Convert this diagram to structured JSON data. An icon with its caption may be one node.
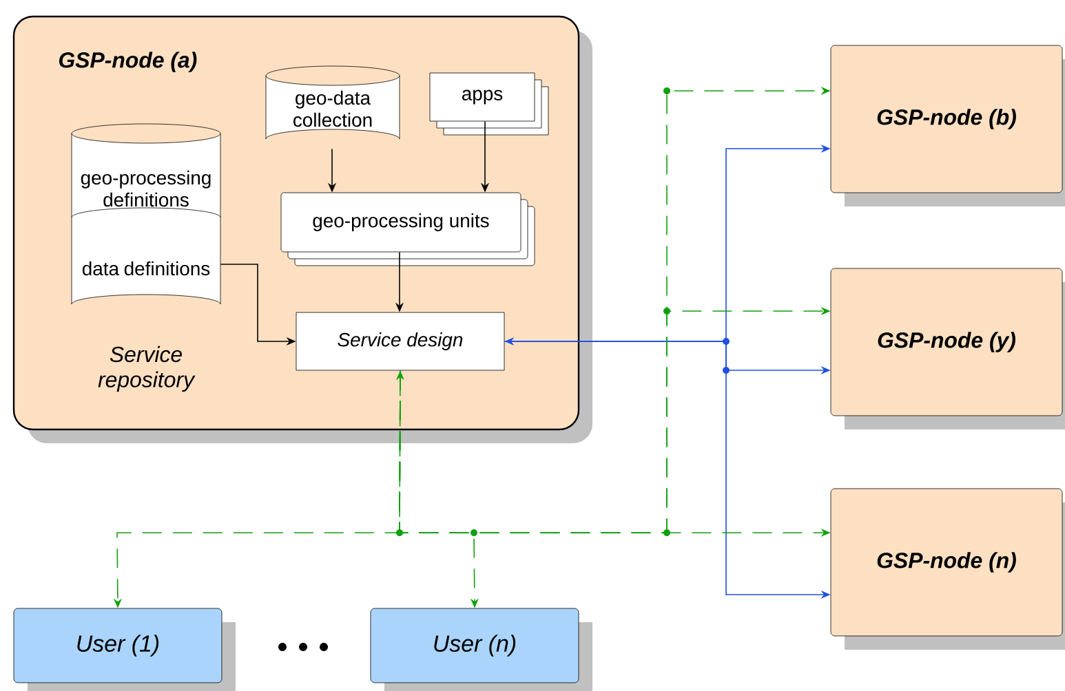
{
  "diagram": {
    "nodes": [
      {
        "text": [
          "GSP-node (a)"
        ]
      },
      {
        "text": [
          "geo-data collection"
        ],
        "in": 0
      },
      {
        "text": [
          "apps"
        ],
        "in": 0
      },
      {
        "text": [
          "geo-processing definitions",
          "data definitions"
        ],
        "beside": [
          "Service repository"
        ],
        "in": 0
      },
      {
        "text": [
          "geo-processing units"
        ],
        "in": 0
      },
      {
        "text": [
          "Service design"
        ],
        "in": 0
      },
      {
        "text": [
          "GSP-node (b)"
        ]
      },
      {
        "text": [
          "GSP-node (y)"
        ]
      },
      {
        "text": [
          "GSP-node (n)"
        ]
      },
      {
        "text": [
          "User (1)"
        ]
      },
      {
        "text": [
          "User (n)"
        ]
      }
    ],
    "edges": [
      {
        "from": 1,
        "to": 4,
        "arrow": "to",
        "color": "#000000"
      },
      {
        "from": 2,
        "to": 4,
        "arrow": "to",
        "color": "#000000"
      },
      {
        "from": 4,
        "to": 5,
        "arrow": "to",
        "color": "#000000"
      },
      {
        "from": 3,
        "to": 5,
        "arrow": "to",
        "color": "#000000"
      },
      {
        "from": 5,
        "to": 6,
        "arrow": "both",
        "color": "#2050e0"
      },
      {
        "from": 5,
        "to": 7,
        "arrow": "to",
        "color": "#2050e0"
      },
      {
        "from": 5,
        "to": 8,
        "arrow": "to",
        "color": "#2050e0"
      },
      {
        "from": 5,
        "to": 9,
        "arrow": "both",
        "style": "dashed",
        "color": "#10a010"
      },
      {
        "from": 5,
        "to": 10,
        "arrow": "to",
        "style": "dashed",
        "color": "#10a010"
      },
      {
        "from": 5,
        "to": 6,
        "arrow": "to",
        "style": "dashed",
        "color": "#10a010"
      },
      {
        "from": 5,
        "to": 7,
        "arrow": "to",
        "style": "dashed",
        "color": "#10a010"
      },
      {
        "from": 5,
        "to": 8,
        "arrow": "to",
        "style": "dashed",
        "color": "#10a010"
      }
    ]
  }
}
